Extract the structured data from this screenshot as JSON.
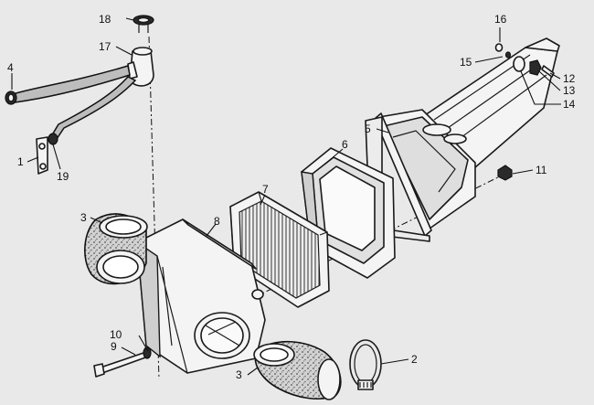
{
  "diagram": {
    "labels": {
      "p1": "1",
      "p2": "2",
      "p3a": "3",
      "p3b": "3",
      "p4": "4",
      "p5": "5",
      "p6": "6",
      "p7": "7",
      "p8": "8",
      "p9": "9",
      "p10": "10",
      "p11": "11",
      "p12": "12",
      "p13": "13",
      "p14": "14",
      "p15": "15",
      "p16": "16",
      "p17": "17",
      "p18": "18",
      "p19": "19"
    }
  }
}
